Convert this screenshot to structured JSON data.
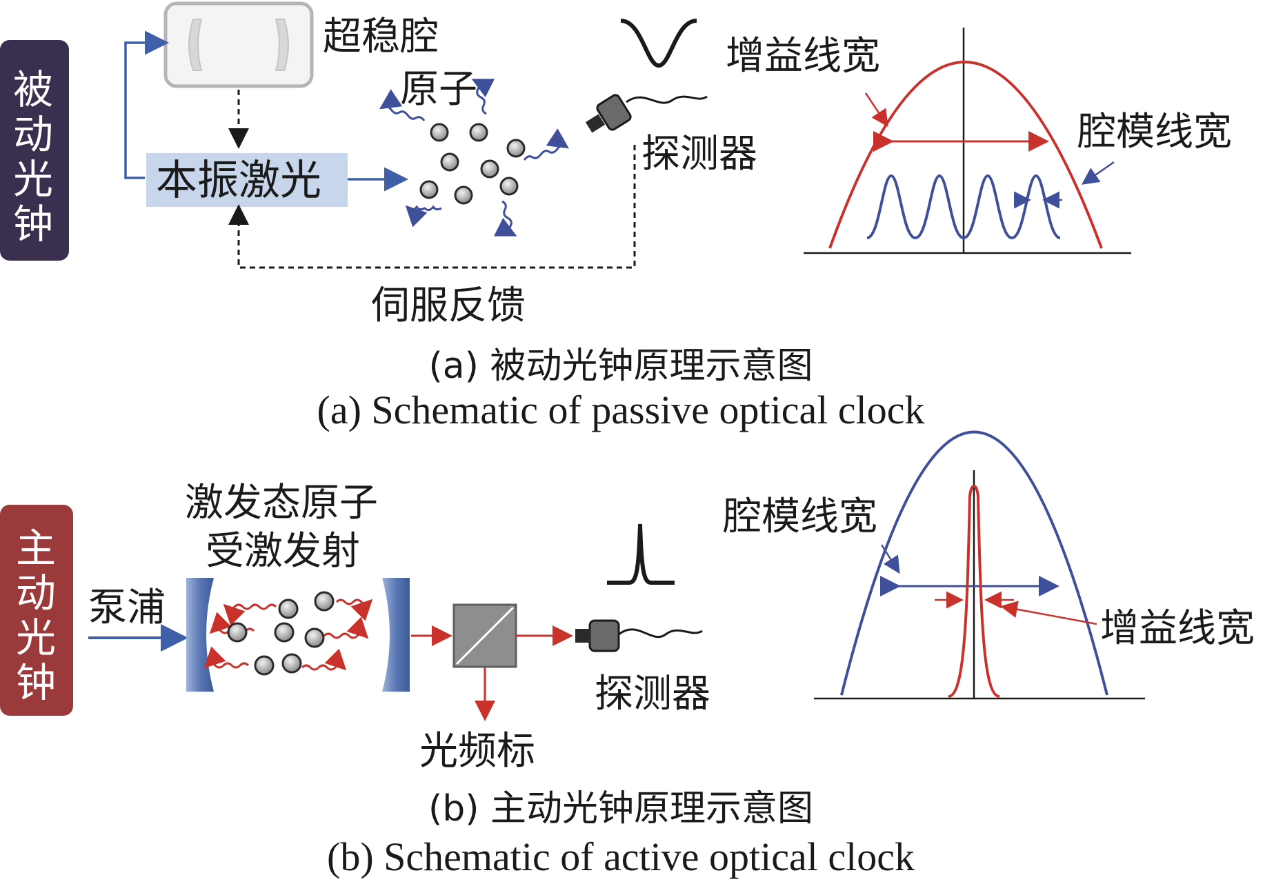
{
  "passive": {
    "side_label_chars": [
      "被",
      "动",
      "光",
      "钟"
    ],
    "cavity_label": "超稳腔",
    "atoms_label": "原子",
    "laser_label": "本振激光",
    "detector_label": "探测器",
    "feedback_label": "伺服反馈",
    "gain_linewidth_label": "增益线宽",
    "cavity_linewidth_label": "腔模线宽",
    "caption_cn": "(a) 被动光钟原理示意图",
    "caption_en": "(a) Schematic of passive optical clock"
  },
  "active": {
    "side_label_chars": [
      "主",
      "动",
      "光",
      "钟"
    ],
    "excited_atoms_label_1": "激发态原子",
    "excited_atoms_label_2": "受激发射",
    "pump_label": "泵浦",
    "detector_label": "探测器",
    "comb_label": "光频标",
    "cavity_linewidth_label": "腔模线宽",
    "gain_linewidth_label": "增益线宽",
    "caption_cn": "(b) 主动光钟原理示意图",
    "caption_en": "(b) Schematic of active optical clock"
  },
  "colors": {
    "passive_side_bg": "#3b2f4f",
    "active_side_bg": "#9b3a3a",
    "red": "#c8322b",
    "blue": "#3f4f9a",
    "laser_box": "#c8d6ec",
    "mirror": "#5a78b5"
  }
}
